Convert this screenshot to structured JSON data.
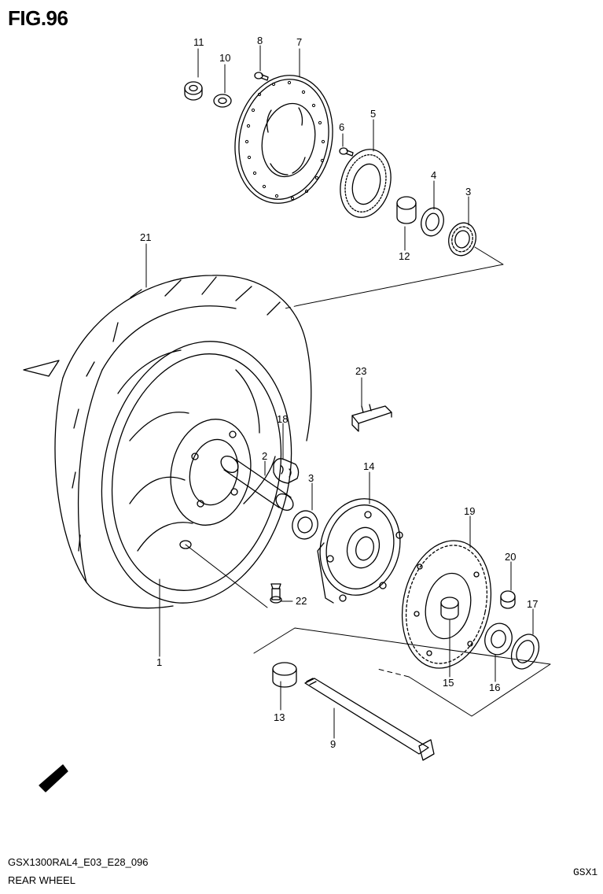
{
  "figure": {
    "title": "FIG.96",
    "code": "GSX1300RAL4_E03_E28_096",
    "name": "REAR WHEEL",
    "right_tag": "GSX1"
  },
  "callouts": [
    {
      "id": "c1",
      "label": "1"
    },
    {
      "id": "c2",
      "label": "2"
    },
    {
      "id": "c3a",
      "label": "3"
    },
    {
      "id": "c3b",
      "label": "3"
    },
    {
      "id": "c4",
      "label": "4"
    },
    {
      "id": "c5",
      "label": "5"
    },
    {
      "id": "c6",
      "label": "6"
    },
    {
      "id": "c7",
      "label": "7"
    },
    {
      "id": "c8",
      "label": "8"
    },
    {
      "id": "c9",
      "label": "9"
    },
    {
      "id": "c10",
      "label": "10"
    },
    {
      "id": "c11",
      "label": "11"
    },
    {
      "id": "c12",
      "label": "12"
    },
    {
      "id": "c13",
      "label": "13"
    },
    {
      "id": "c14",
      "label": "14"
    },
    {
      "id": "c15",
      "label": "15"
    },
    {
      "id": "c16",
      "label": "16"
    },
    {
      "id": "c17",
      "label": "17"
    },
    {
      "id": "c18",
      "label": "18"
    },
    {
      "id": "c19",
      "label": "19"
    },
    {
      "id": "c20",
      "label": "20"
    },
    {
      "id": "c21",
      "label": "21"
    },
    {
      "id": "c22",
      "label": "22"
    },
    {
      "id": "c23",
      "label": "23"
    }
  ]
}
